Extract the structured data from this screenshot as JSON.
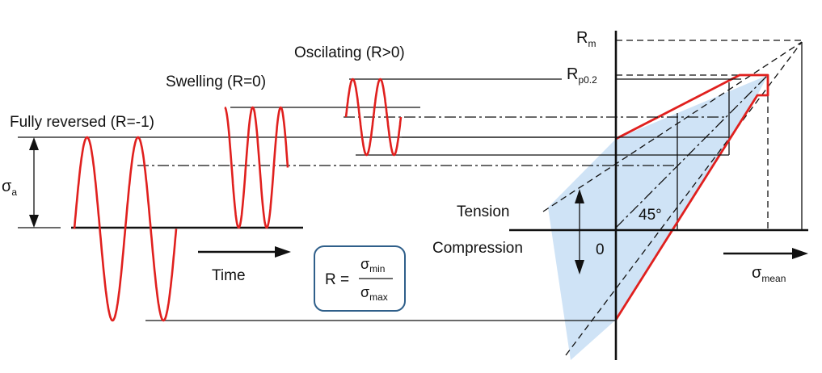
{
  "labels": {
    "fully_reversed": "Fully reversed (R=-1)",
    "swelling": "Swelling (R=0)",
    "oscillating": "Oscilating (R>0)",
    "sigma_a_main": "σ",
    "sigma_a_sub": "a",
    "time": "Time",
    "tension": "Tension",
    "compression": "Compression",
    "zero": "0",
    "angle": "45°",
    "rm_main": "R",
    "rm_sub": "m",
    "rp_main": "R",
    "rp_sub": "p0.2",
    "smean_main": "σ",
    "smean_sub": "mean"
  },
  "formula": {
    "lhs": "R =",
    "num_main": "σ",
    "num_sub": "min",
    "den_main": "σ",
    "den_sub": "max"
  },
  "colors": {
    "wave": "#e0201e",
    "region_fill": "#cfe3f6",
    "formula_border": "#2f5f8a",
    "formula_bg": "#ffffff"
  }
}
